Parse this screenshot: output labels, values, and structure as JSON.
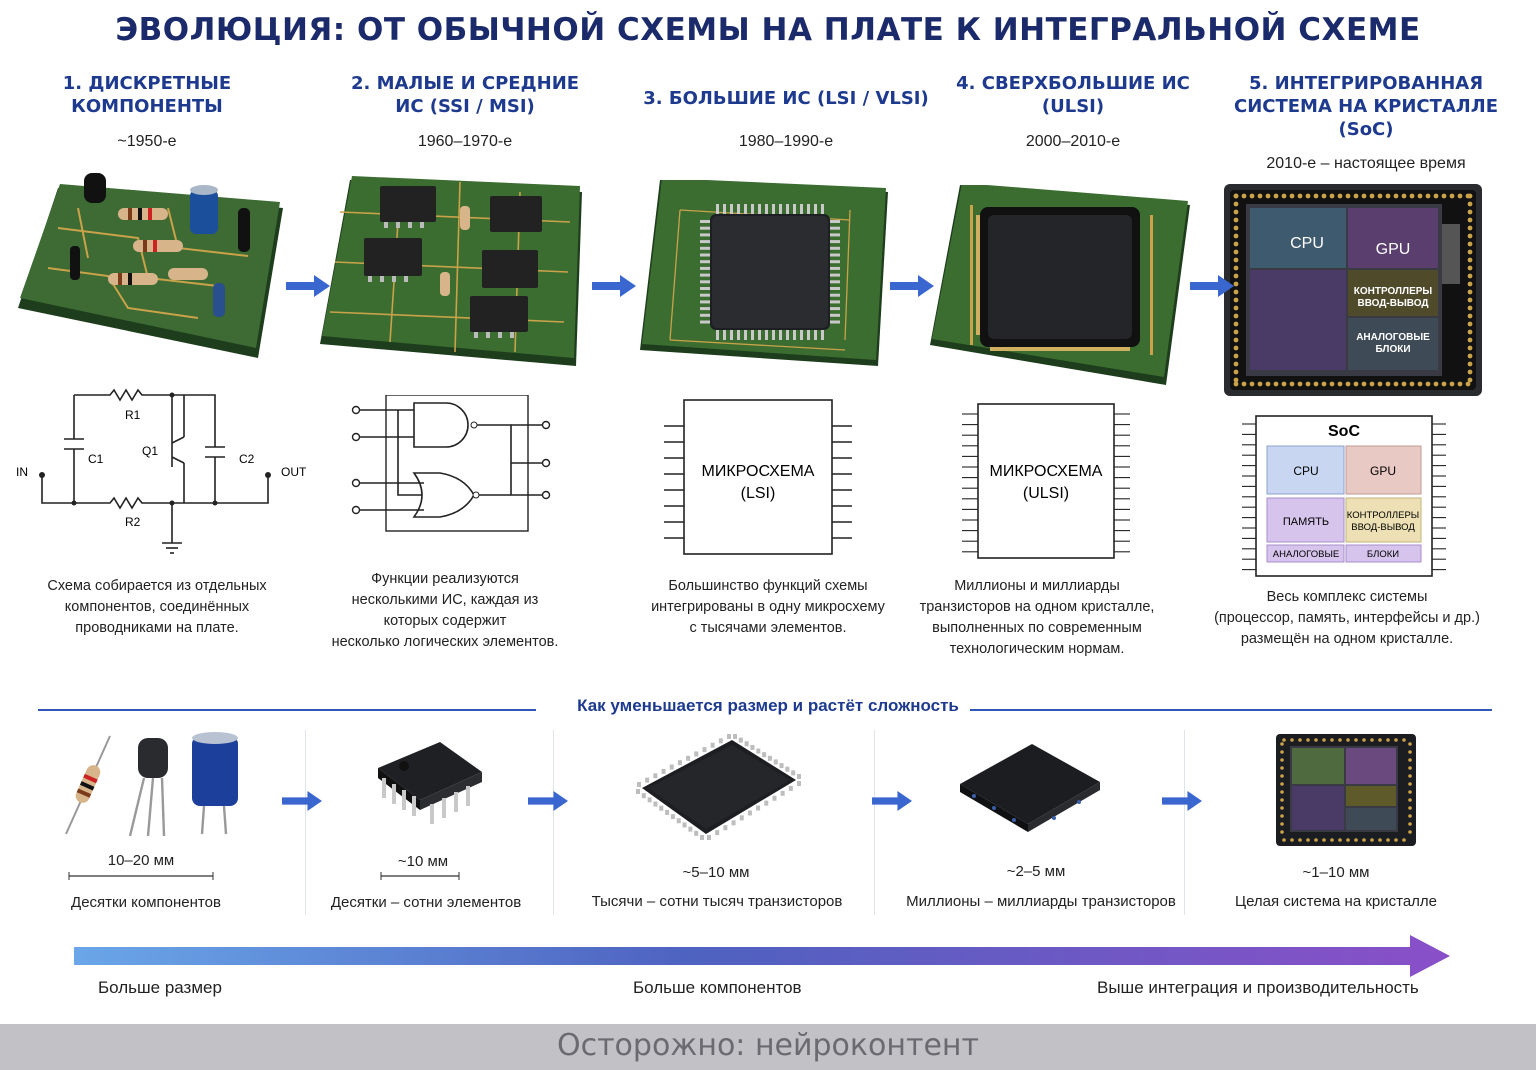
{
  "title": "ЭВОЛЮЦИЯ: ОТ ОБЫЧНОЙ СХЕМЫ НА ПЛАТЕ К ИНТЕГРАЛЬНОЙ СХЕМЕ",
  "stages": [
    {
      "title": "1. ДИСКРЕТНЫЕ\nКОМПОНЕНТЫ",
      "period": "~1950-е",
      "description": "Схема собирается из отдельных\nкомпонентов, соединённых\nпроводниками на плате."
    },
    {
      "title": "2. МАЛЫЕ И СРЕДНИЕ\nИС (SSI / MSI)",
      "period": "1960–1970-е",
      "description": "Функции реализуются\nнесколькими ИС, каждая из\nкоторых содержит\nнесколько логических элементов."
    },
    {
      "title": "3. БОЛЬШИЕ ИС (LSI / VLSI)",
      "period": "1980–1990-е",
      "description": "Большинство функций схемы\nинтегрированы в одну микросхему\nс тысячами элементов."
    },
    {
      "title": "4. СВЕРХБОЛЬШИЕ ИС\n(ULSI)",
      "period": "2000–2010-е",
      "description": "Миллионы и миллиарды\nтранзисторов на одном кристалле,\nвыполненных по современным\nтехнологическим нормам."
    },
    {
      "title": "5. ИНТЕГРИРОВАННАЯ\nСИСТЕМА НА КРИСТАЛЛЕ\n(SoC)",
      "period": "2010-е – настоящее время",
      "description": "Весь комплекс системы\n(процессор, память, интерфейсы и др.)\nразмещён на одном кристалле."
    }
  ],
  "schematic1": {
    "r1": "R1",
    "r2": "R2",
    "c1": "C1",
    "c2": "C2",
    "q1": "Q1",
    "in": "IN",
    "out": "OUT"
  },
  "chip_lsi": {
    "line1": "МИКРОСХЕМА",
    "line2": "(LSI)"
  },
  "chip_ulsi": {
    "line1": "МИКРОСХЕМА",
    "line2": "(ULSI)"
  },
  "soc_photo": {
    "cpu": "CPU",
    "gpu": "GPU",
    "io1": "КОНТРОЛЛЕРЫ",
    "io2": "ВВОД-ВЫВОД",
    "an1": "АНАЛОГОВЫЕ",
    "an2": "БЛОКИ"
  },
  "soc_diagram": {
    "title": "SoC",
    "cpu": "CPU",
    "gpu": "GPU",
    "memory": "ПАМЯТЬ",
    "io1": "КОНТРОЛЛЕРЫ",
    "io2": "ВВОД-ВЫВОД",
    "analog": "АНАЛОГОВЫЕ",
    "blocks": "БЛОКИ"
  },
  "section_label": "Как уменьшается размер и растёт сложность",
  "size_items": [
    {
      "size": "10–20 мм",
      "desc": "Десятки компонентов"
    },
    {
      "size": "~10 мм",
      "desc": "Десятки – сотни элементов"
    },
    {
      "size": "~5–10 мм",
      "desc": "Тысячи – сотни тысяч транзисторов"
    },
    {
      "size": "~2–5 мм",
      "desc": "Миллионы – миллиарды транзисторов"
    },
    {
      "size": "~1–10 мм",
      "desc": "Целая система на кристалле"
    }
  ],
  "gradient": {
    "left": "Больше размер",
    "middle": "Больше компонентов",
    "right": "Выше интеграция и производительность"
  },
  "footer": "Осторожно: нейроконтент",
  "colors": {
    "title": "#1b2a6b",
    "stage_title": "#1d3a8f",
    "arrow": "#3a66d0",
    "gradient_start": "#6aa6e8",
    "gradient_end": "#8a4fc8",
    "pcb": "#2f5a2a",
    "footer_bg": "#c2c2c6"
  }
}
